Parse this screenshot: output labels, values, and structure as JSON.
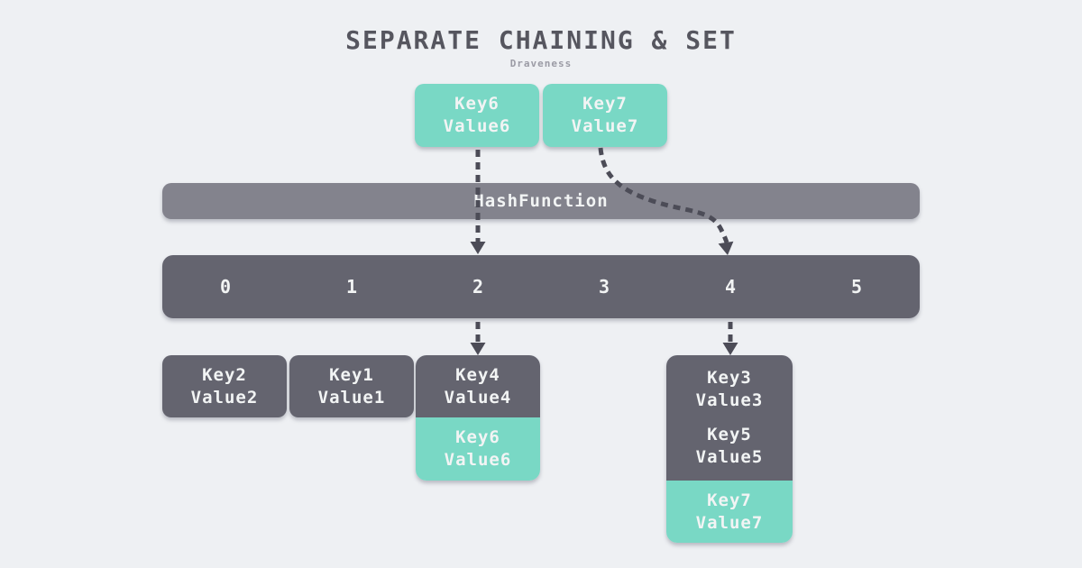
{
  "title": "SEPARATE CHAINING & SET",
  "subtitle": "Draveness",
  "incoming_pairs": [
    {
      "key": "Key6",
      "value": "Value6"
    },
    {
      "key": "Key7",
      "value": "Value7"
    }
  ],
  "hash_function": {
    "label": "HashFunction"
  },
  "bucket_array": {
    "slots": [
      {
        "label": "0"
      },
      {
        "label": "1"
      },
      {
        "label": "2"
      },
      {
        "label": "3"
      },
      {
        "label": "4"
      },
      {
        "label": "5"
      }
    ]
  },
  "chains": [
    {
      "slot": "0",
      "entries": [
        {
          "key": "Key2",
          "value": "Value2",
          "highlighted": false
        }
      ]
    },
    {
      "slot": "1",
      "entries": [
        {
          "key": "Key1",
          "value": "Value1",
          "highlighted": false
        }
      ]
    },
    {
      "slot": "2",
      "entries": [
        {
          "key": "Key4",
          "value": "Value4",
          "highlighted": false
        },
        {
          "key": "Key6",
          "value": "Value6",
          "highlighted": true
        }
      ]
    },
    {
      "slot": "4",
      "entries": [
        {
          "key": "Key3",
          "value": "Value3",
          "highlighted": false
        },
        {
          "key": "Key5",
          "value": "Value5",
          "highlighted": false
        },
        {
          "key": "Key7",
          "value": "Value7",
          "highlighted": true
        }
      ]
    }
  ],
  "edges": [
    {
      "from": "incoming-pair-key6",
      "to": "bucket-slot-2",
      "style": "dashed-arrow"
    },
    {
      "from": "incoming-pair-key7",
      "to": "bucket-slot-4",
      "style": "dashed-arrow"
    },
    {
      "from": "bucket-slot-2",
      "to": "chain-slot-2",
      "style": "dashed-arrow"
    },
    {
      "from": "bucket-slot-4",
      "to": "chain-slot-4",
      "style": "dashed-arrow"
    }
  ],
  "colors": {
    "background": "#eef0f3",
    "highlight_teal": "#79d8c5",
    "hash_function_gray": "#83838d",
    "bucket_gray": "#64646f",
    "arrow": "#4c4c57",
    "title_text": "#56565f",
    "subtitle_text": "#9b9ba5",
    "box_text": "#f2f4f4"
  }
}
